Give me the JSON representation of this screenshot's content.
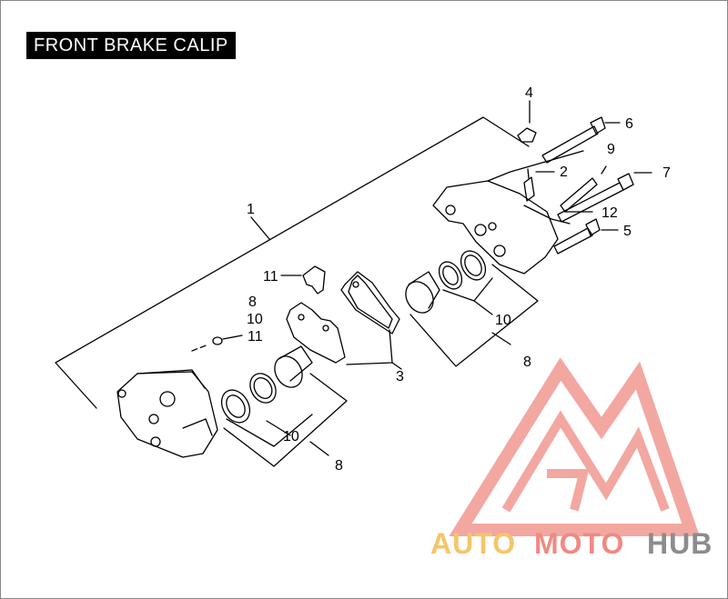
{
  "title": "FRONT BRAKE CALIP",
  "callouts": {
    "c1": "1",
    "c2": "2",
    "c3": "3",
    "c4": "4",
    "c5": "5",
    "c6": "6",
    "c7": "7",
    "c8_top": "8",
    "c8_right": "8",
    "c8_bottom": "8",
    "c9": "9",
    "c10_top": "10",
    "c10_right": "10",
    "c10_bottom": "10",
    "c11_mid": "11",
    "c11_left": "11",
    "c12": "12"
  },
  "watermark": {
    "part1": "AUTO",
    "part2": "MOTO",
    "part3": "HUB",
    "colors": {
      "auto": "#f5c56a",
      "moto": "#f08a82",
      "hub": "#8c8c8c",
      "logo": "#f08a82"
    }
  }
}
